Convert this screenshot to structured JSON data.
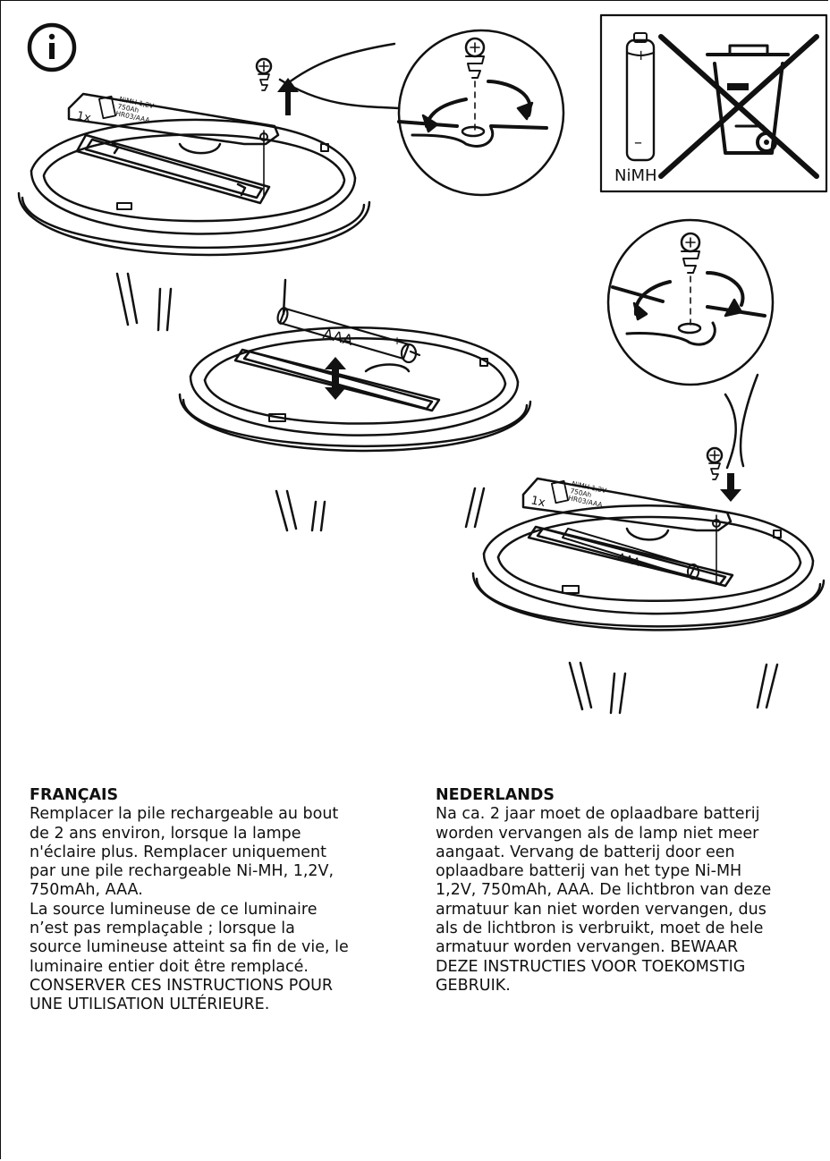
{
  "info_icon": "info-icon",
  "battery_label": {
    "count": "1x",
    "spec_line1": "NiMH 1,2V",
    "spec_line2": "750Ah",
    "spec_line3": "HR03/AAA"
  },
  "battery_cell_label": "AAA",
  "recycling_box": {
    "battery_type": "NiMH",
    "plus_sign": "+",
    "minus_sign": "–"
  },
  "sections": {
    "french": {
      "heading": "FRANÇAIS",
      "body": "Remplacer la pile rechargeable au bout\nde 2 ans environ, lorsque la lampe\nn'éclaire plus. Remplacer uniquement\npar une pile rechargeable Ni-MH, 1,2V,\n750mAh, AAA.\nLa source lumineuse de ce luminaire\nn’est pas remplaçable ; lorsque la\nsource lumineuse atteint sa fin de vie, le\nluminaire entier doit être remplacé.\nCONSERVER CES INSTRUCTIONS POUR\nUNE UTILISATION ULTÉRIEURE."
    },
    "dutch": {
      "heading": "NEDERLANDS",
      "body": "Na ca. 2 jaar moet de oplaadbare batterij\nworden vervangen als de lamp niet meer\naangaat. Vervang de batterij door een\noplaadbare batterij van het type Ni-MH\n1,2V, 750mAh, AAA. De lichtbron van deze\narmatuur kan niet worden vervangen, dus\nals de lichtbron is verbruikt, moet de hele\narmatuur worden vervangen. BEWAAR\nDEZE INSTRUCTIES VOOR TOEKOMSTIG\nGEBRUIK."
    }
  }
}
